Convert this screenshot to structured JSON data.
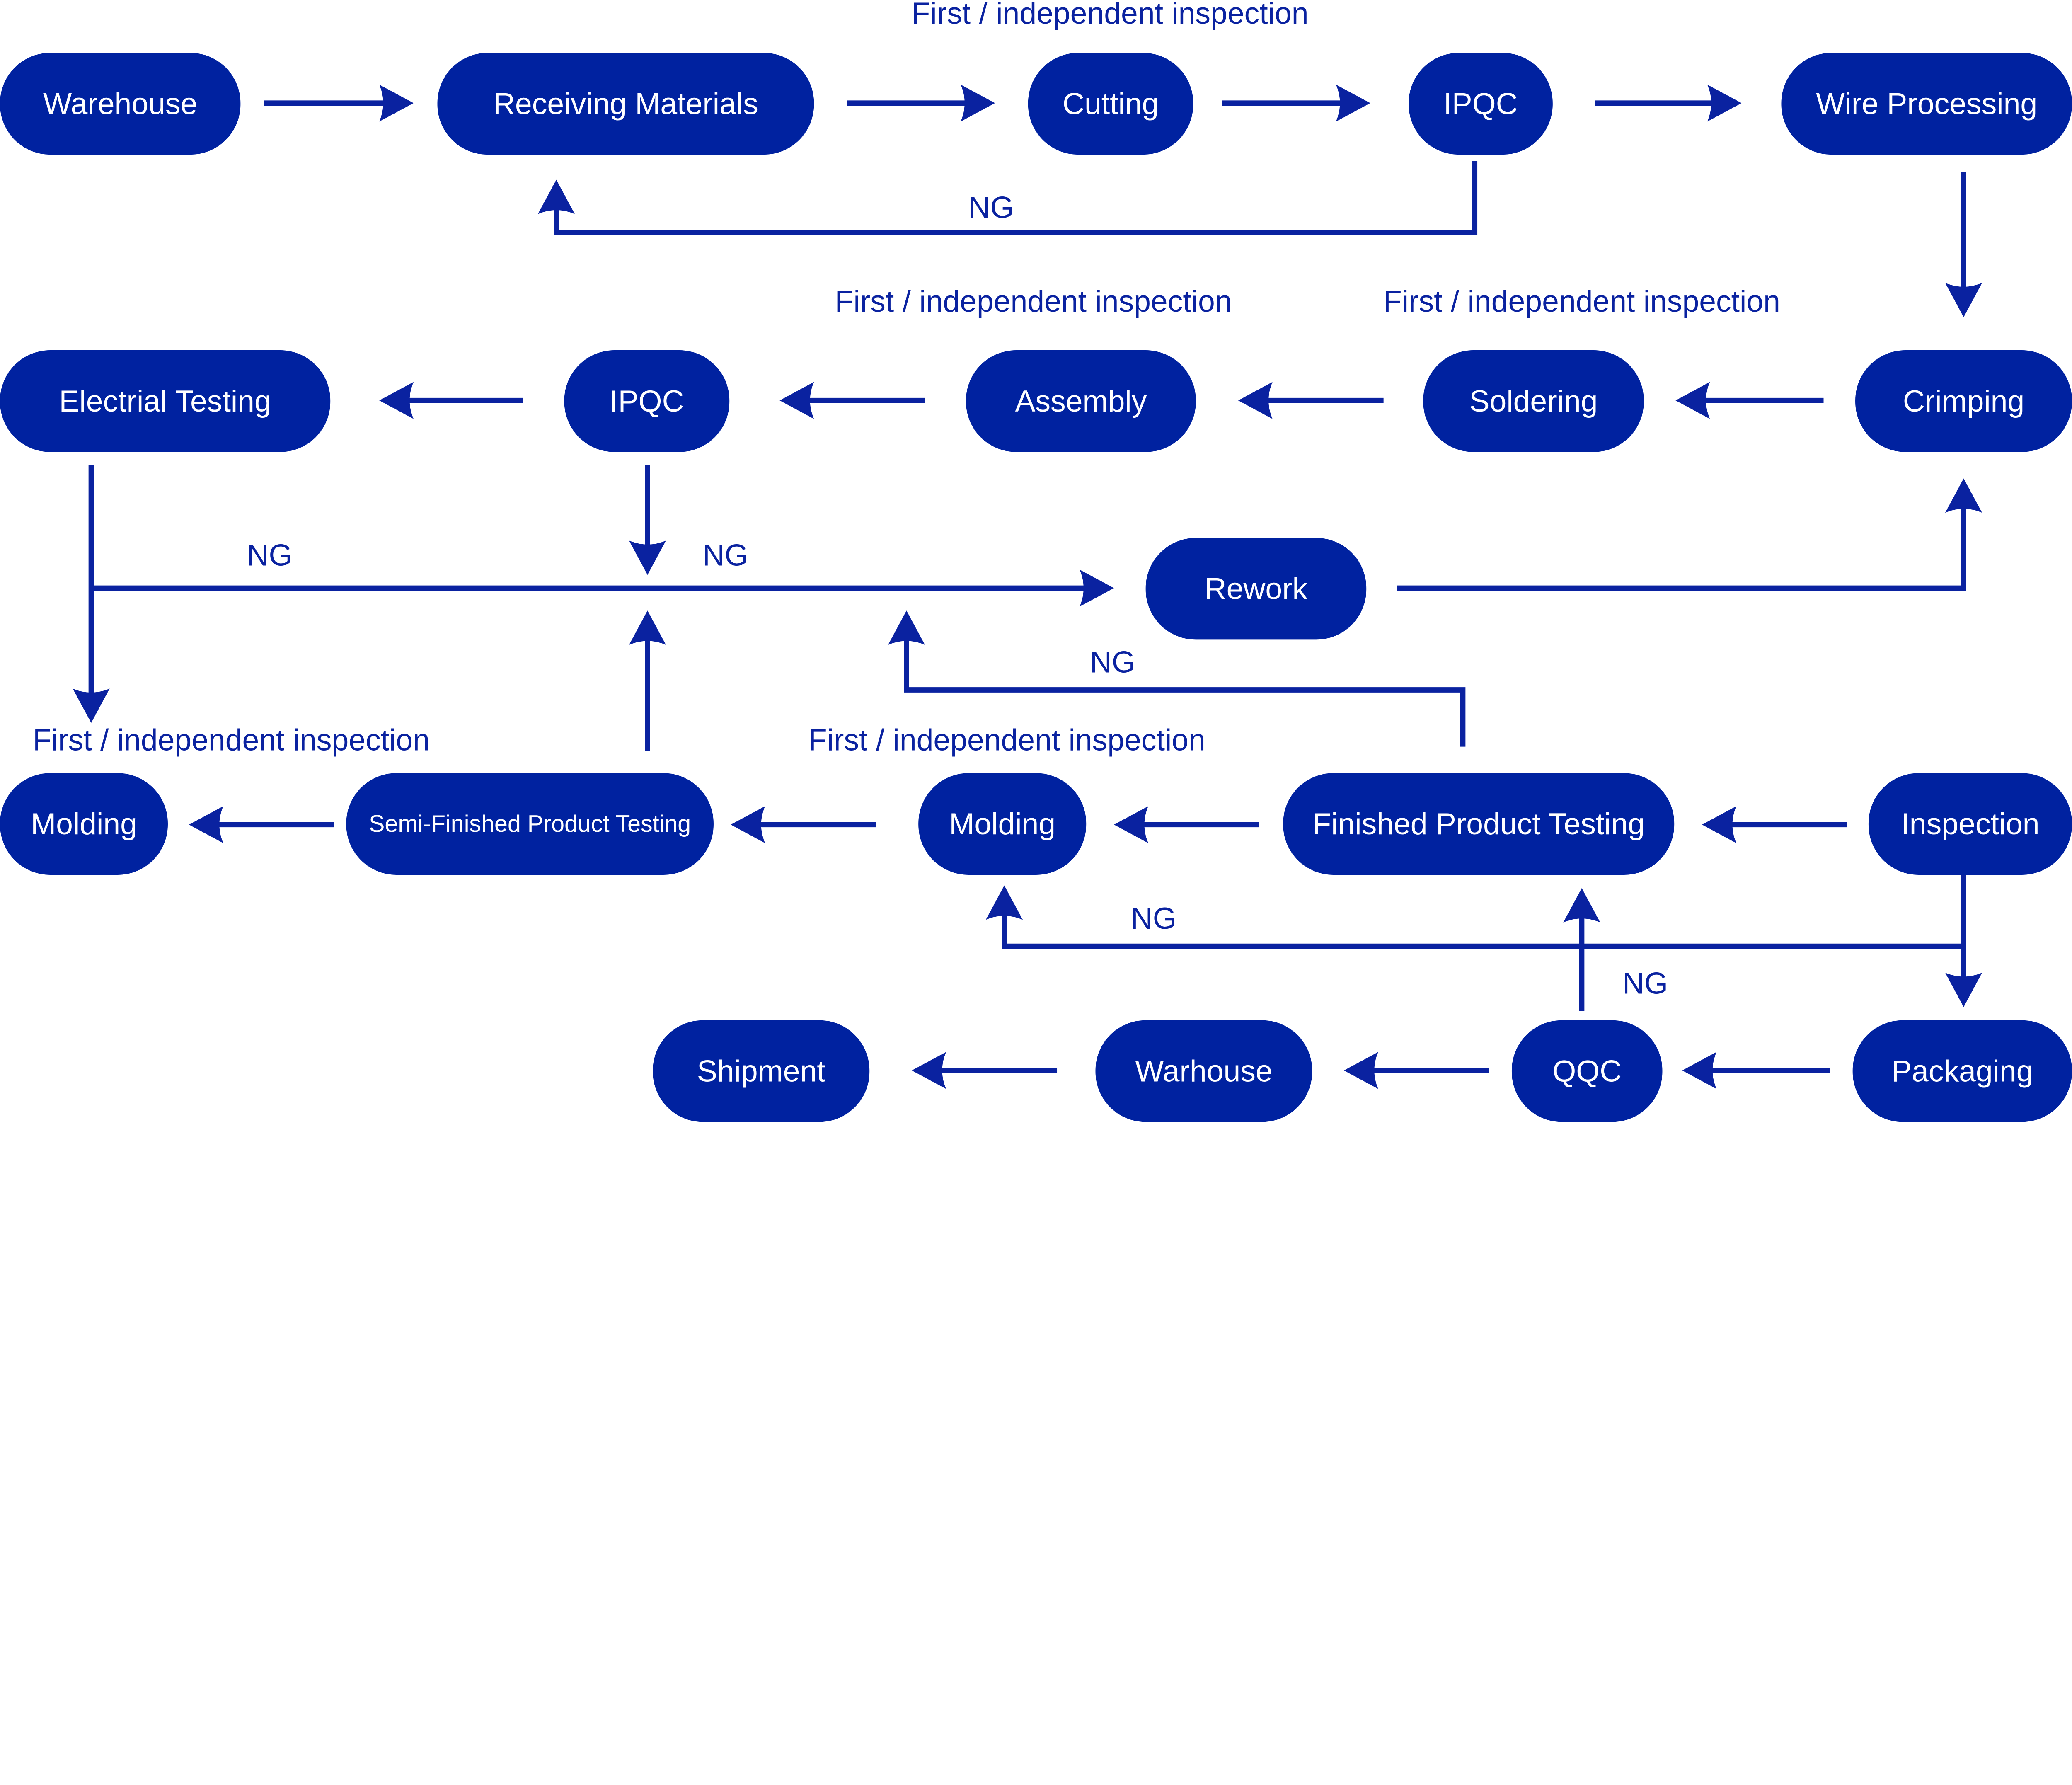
{
  "diagram": {
    "colors": {
      "node_fill": "#0022A0",
      "line": "#0A22A0",
      "text": "#FFFFFF"
    },
    "nodes": [
      {
        "id": "warehouse",
        "label": "Warehouse"
      },
      {
        "id": "receiving",
        "label": "Receiving Materials"
      },
      {
        "id": "cutting",
        "label": "Cutting"
      },
      {
        "id": "ipqc1",
        "label": "IPQC"
      },
      {
        "id": "wire",
        "label": "Wire Processing"
      },
      {
        "id": "electrical",
        "label": "Electrial  Testing"
      },
      {
        "id": "ipqc2",
        "label": "IPQC"
      },
      {
        "id": "assembly",
        "label": "Assembly"
      },
      {
        "id": "soldering",
        "label": "Soldering"
      },
      {
        "id": "crimping",
        "label": "Crimping"
      },
      {
        "id": "rework",
        "label": "Rework"
      },
      {
        "id": "molding1",
        "label": "Molding"
      },
      {
        "id": "semi",
        "label": "Semi-Finished Product Testing"
      },
      {
        "id": "molding2",
        "label": "Molding"
      },
      {
        "id": "finished",
        "label": "Finished  Product Testing"
      },
      {
        "id": "inspection",
        "label": "Inspection"
      },
      {
        "id": "shipment",
        "label": "Shipment"
      },
      {
        "id": "warhouse",
        "label": "Warhouse"
      },
      {
        "id": "qqc",
        "label": "QQC"
      },
      {
        "id": "packaging",
        "label": "Packaging"
      }
    ],
    "annotations": [
      "First / independent inspection",
      "First / independent inspection",
      "First / independent inspection",
      "First / independent inspection",
      "First / independent inspection",
      "NG",
      "NG",
      "NG",
      "NG",
      "NG",
      "NG"
    ]
  }
}
